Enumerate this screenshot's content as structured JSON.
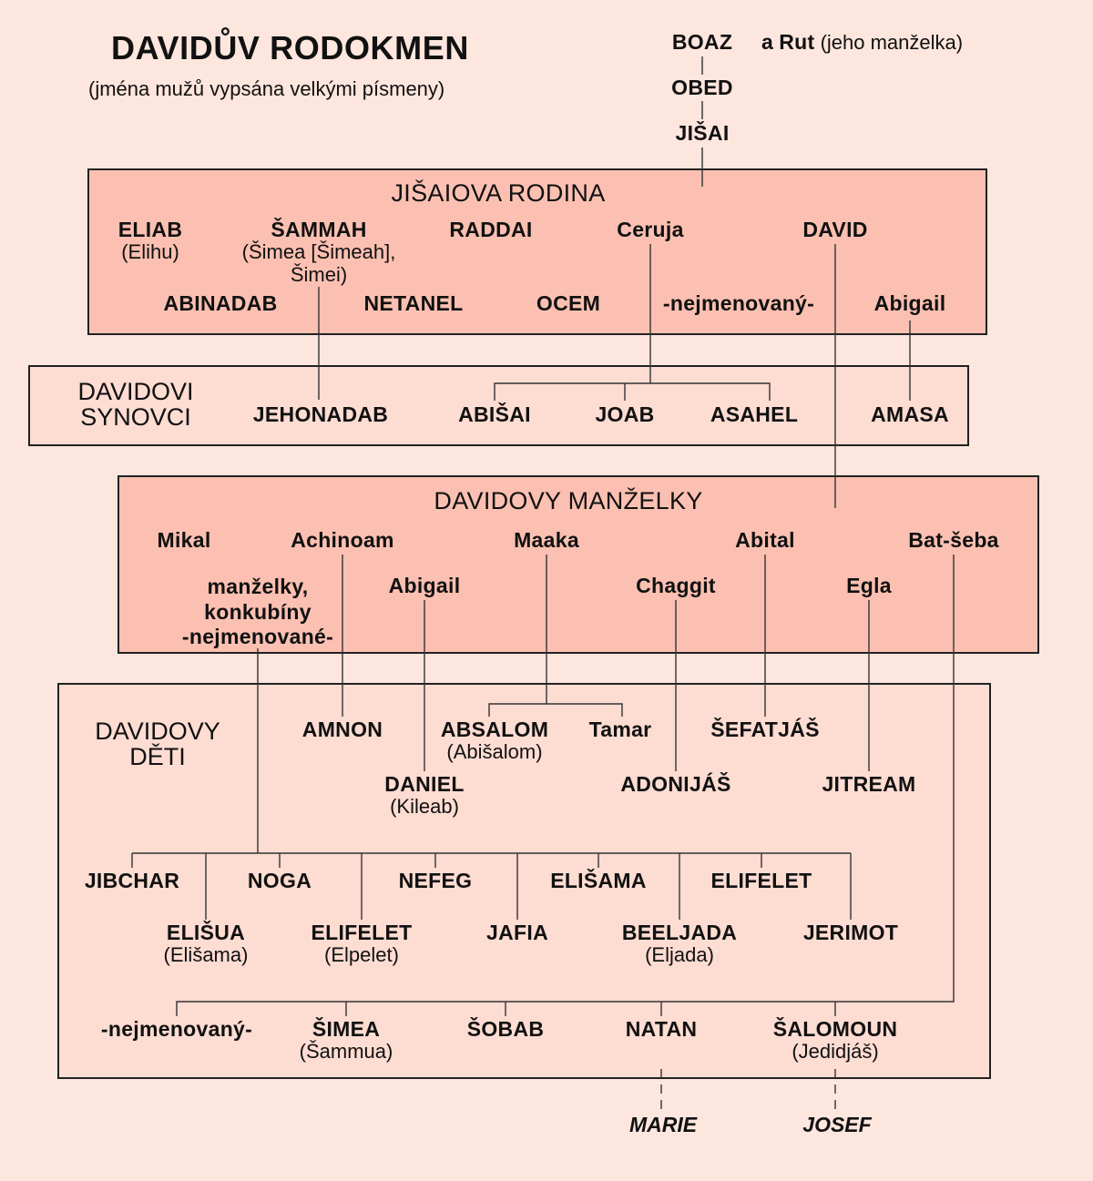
{
  "header": {
    "title": "DAVIDŮV RODOKMEN",
    "subtitle": "(jména mužů vypsána velkými písmeny)"
  },
  "ancestors": {
    "boaz": "BOAZ",
    "rut_a": "a",
    "rut_name": "Rut",
    "rut_note": "(jeho manželka)",
    "obed": "OBED",
    "jisai": "JIŠAI"
  },
  "family": {
    "heading": "JIŠAIOVA RODINA",
    "eliab": "ELIAB",
    "eliab_alt": "(Elihu)",
    "sammah": "ŠAMMAH",
    "sammah_alt1": "(Šimea [Šimeah],",
    "sammah_alt2": "Šimei)",
    "raddai": "RADDAI",
    "ceruja": "Ceruja",
    "david": "DAVID",
    "abinadab": "ABINADAB",
    "netanel": "NETANEL",
    "ocem": "OCEM",
    "unnamed": "-nejmenovaný-",
    "abigail": "Abigail"
  },
  "nephews": {
    "heading_line1": "DAVIDOVI",
    "heading_line2": "SYNOVCI",
    "jehonadab": "JEHONADAB",
    "abisai": "ABIŠAI",
    "joab": "JOAB",
    "asahel": "ASAHEL",
    "amasa": "AMASA"
  },
  "wives": {
    "heading": "DAVIDOVY MANŽELKY",
    "mikal": "Mikal",
    "achinoam": "Achinoam",
    "maaka": "Maaka",
    "abital": "Abital",
    "batseba": "Bat-šeba",
    "others_line1": "manželky,",
    "others_line2": "konkubíny",
    "others_line3": "-nejmenované-",
    "abigail": "Abigail",
    "chaggit": "Chaggit",
    "egla": "Egla"
  },
  "children": {
    "heading_line1": "DAVIDOVY",
    "heading_line2": "DĚTI",
    "amnon": "AMNON",
    "absalom": "ABSALOM",
    "absalom_alt": "(Abišalom)",
    "tamar": "Tamar",
    "sefatjas": "ŠEFATJÁŠ",
    "daniel": "DANIEL",
    "daniel_alt": "(Kileab)",
    "adonijas": "ADONIJÁŠ",
    "jitream": "JITREAM",
    "jibchar": "JIBCHAR",
    "noga": "NOGA",
    "nefeg": "NEFEG",
    "elisama": "ELIŠAMA",
    "elifelet1": "ELIFELET",
    "elisua": "ELIŠUA",
    "elisua_alt": "(Elišama)",
    "elifelet2": "ELIFELET",
    "elifelet2_alt": "(Elpelet)",
    "jafia": "JAFIA",
    "beeljada": "BEELJADA",
    "beeljada_alt": "(Eljada)",
    "jerimot": "JERIMOT",
    "unnamed": "-nejmenovaný-",
    "simea": "ŠIMEA",
    "simea_alt": "(Šammua)",
    "sobab": "ŠOBAB",
    "natan": "NATAN",
    "salomoun": "ŠALOMOUN",
    "salomoun_alt": "(Jedidjáš)"
  },
  "descendants": {
    "marie": "MARIE",
    "josef": "JOSEF"
  }
}
